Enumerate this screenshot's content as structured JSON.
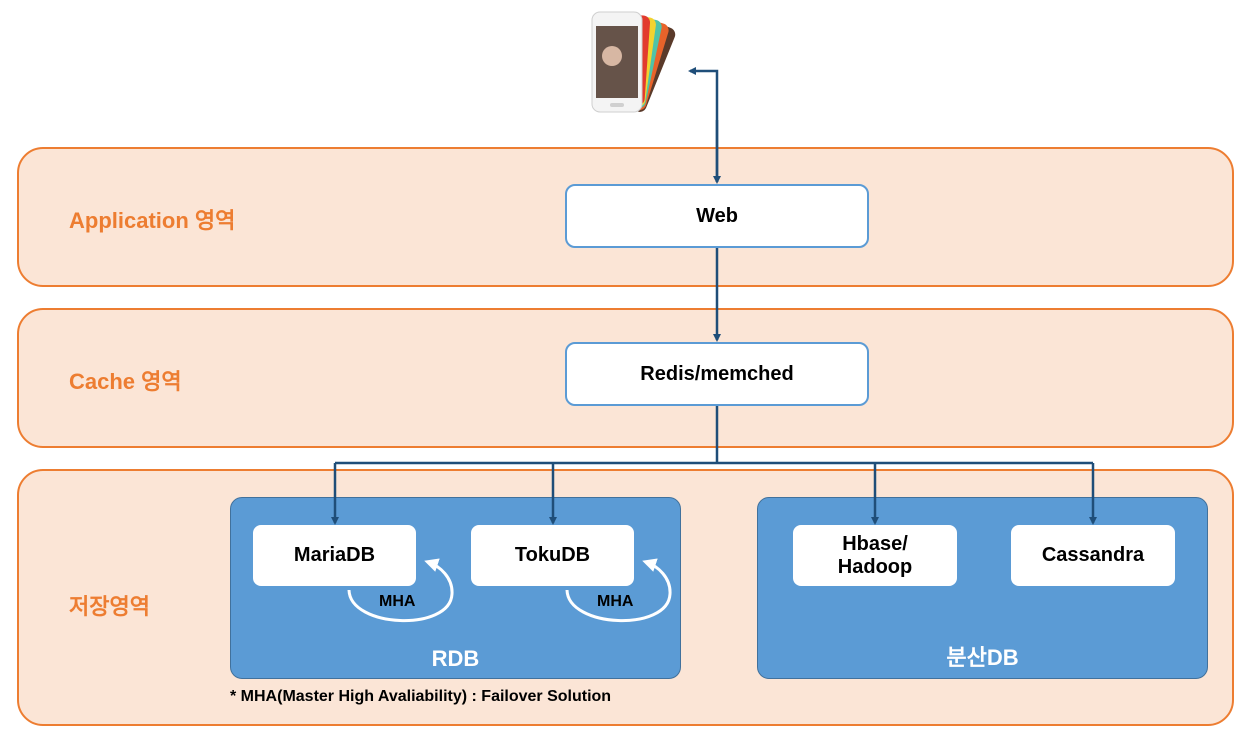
{
  "diagram": {
    "layers": [
      {
        "id": "application",
        "label": "Application 영역"
      },
      {
        "id": "cache",
        "label": "Cache 영역"
      },
      {
        "id": "storage",
        "label": "저장영역"
      }
    ],
    "nodes": {
      "web": "Web",
      "cache": "Redis/memched"
    },
    "groups": {
      "rdb": {
        "label": "RDB",
        "databases": [
          "MariaDB",
          "TokuDB"
        ],
        "replication_label": "MHA"
      },
      "distributed": {
        "label": "분산DB",
        "databases": [
          "Hbase/\nHadoop",
          "Cassandra"
        ]
      }
    },
    "client_icon": "smartphone-stack-icon",
    "footnote": "* MHA(Master High Avaliability) : Failover Solution",
    "colors": {
      "layer_fill": "#fbe5d6",
      "layer_border": "#ed7d31",
      "layer_text": "#ed7d31",
      "group_fill": "#5b9bd5",
      "node_border": "#5b9bd5",
      "arrow": "#1f4e79"
    }
  }
}
